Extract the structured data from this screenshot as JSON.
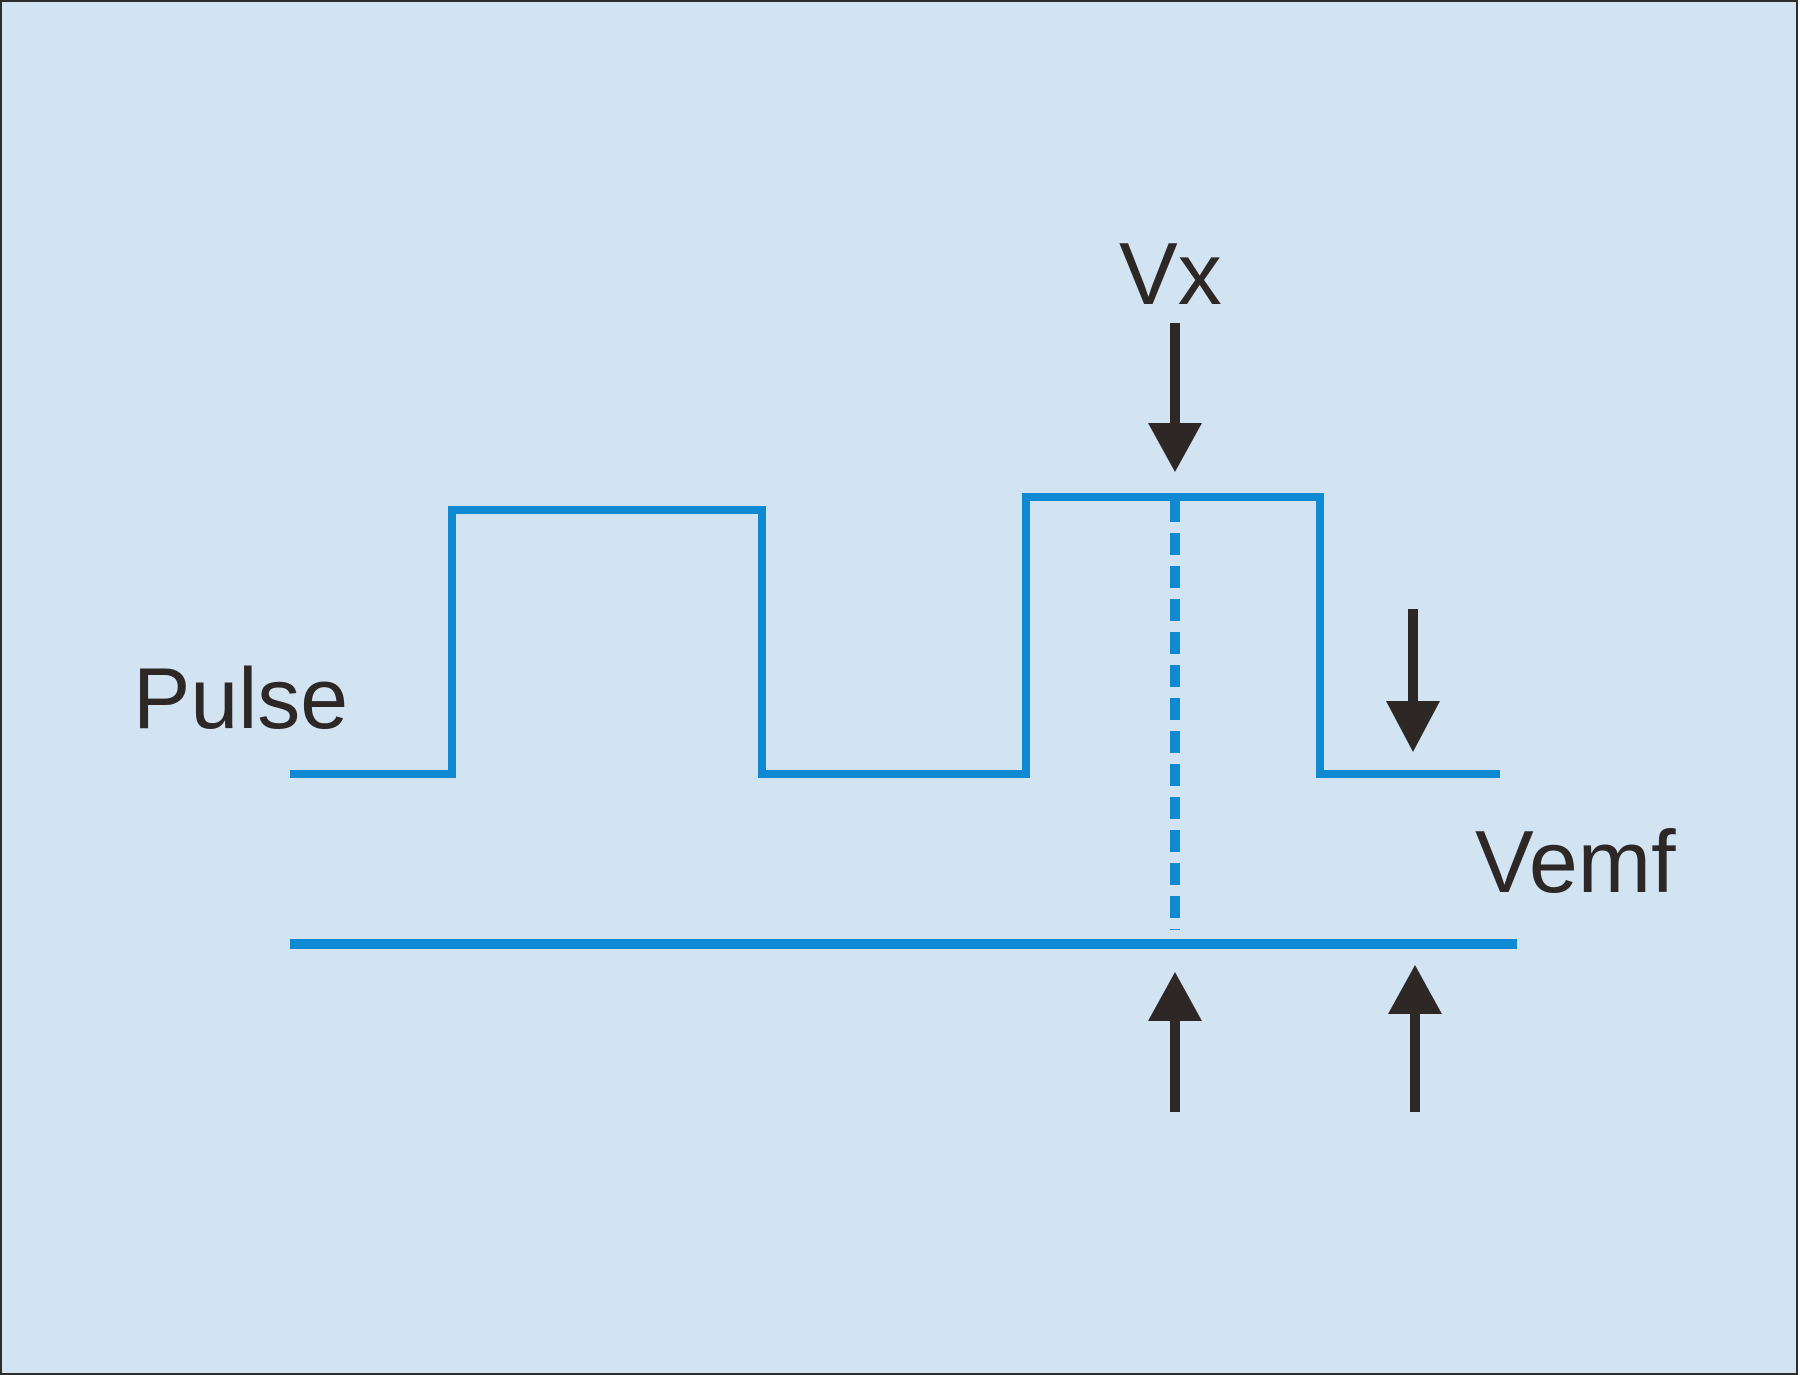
{
  "labels": {
    "pulse": "Pulse",
    "vx": "Vx",
    "vemf": "Vemf"
  },
  "colors": {
    "background": "#d2e3f2",
    "border": "#2d2d2d",
    "signal": "#1089d3",
    "arrow": "#2d2826",
    "text": "#2d2826"
  }
}
